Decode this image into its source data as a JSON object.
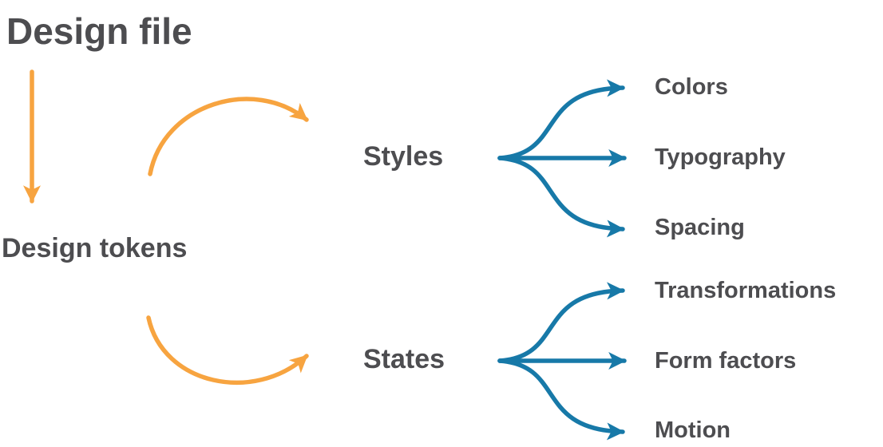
{
  "diagram": {
    "root_label": "Design file",
    "tokens_label": "Design tokens",
    "branches": [
      {
        "label": "Styles",
        "children": [
          "Colors",
          "Typography",
          "Spacing"
        ]
      },
      {
        "label": "States",
        "children": [
          "Transformations",
          "Form factors",
          "Motion"
        ]
      }
    ]
  },
  "colors": {
    "orange": "#F7A440",
    "blue": "#1779A8",
    "text": "#4D4D50"
  }
}
